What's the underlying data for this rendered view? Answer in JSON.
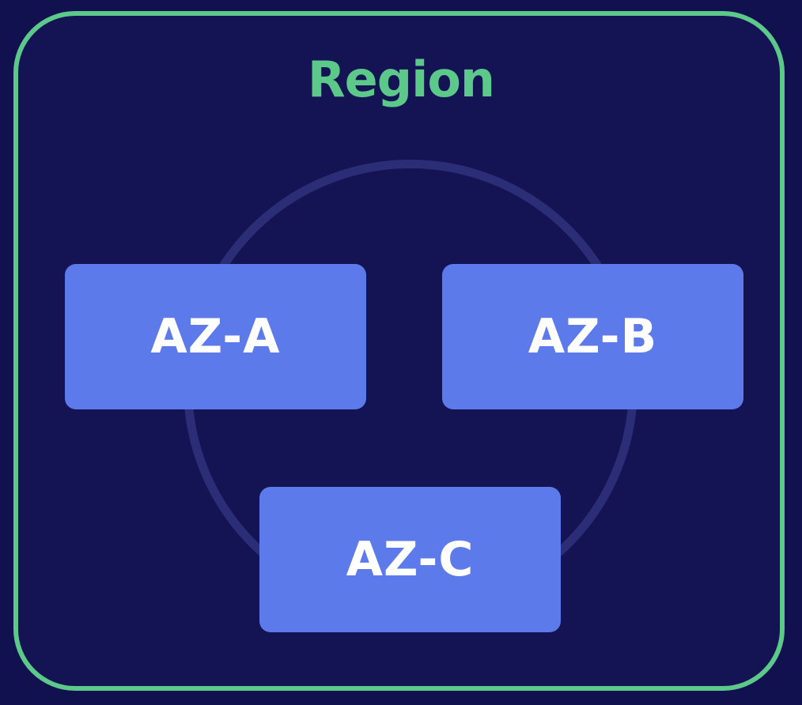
{
  "region": {
    "label": "Region",
    "border_color": "#5cc98a"
  },
  "zones": [
    {
      "label": "AZ-A"
    },
    {
      "label": "AZ-B"
    },
    {
      "label": "AZ-C"
    }
  ],
  "colors": {
    "background": "#121150",
    "zone_fill": "#5d7aea",
    "ring": "#2c2d77",
    "zone_text": "#ffffff"
  }
}
